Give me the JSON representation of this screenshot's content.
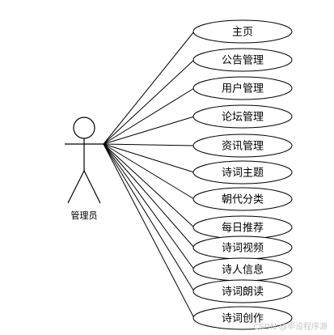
{
  "actor": {
    "label": "管理员"
  },
  "use_cases": [
    "主页",
    "公告管理",
    "用户管理",
    "论坛管理",
    "资讯管理",
    "诗词主题",
    "朝代分类",
    "每日推荐",
    "诗词视频",
    "诗人信息",
    "诗词朗读",
    "诗词创作"
  ],
  "watermark": "CSDN @毕设程序源"
}
